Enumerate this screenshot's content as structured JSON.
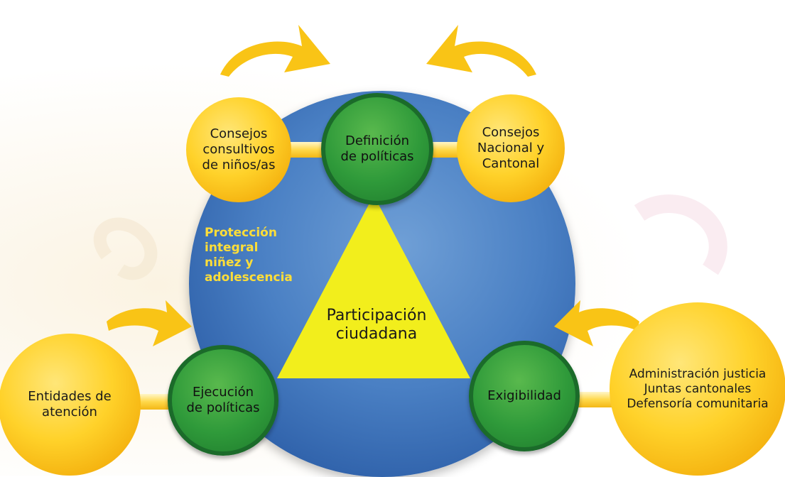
{
  "center": {
    "text": "Participación\nciudadana"
  },
  "side_label": "Protección\nintegral\nniñez y\nadolescencia",
  "nodes": {
    "definicion": "Definición\nde políticas",
    "ejecucion": "Ejecución\nde políticas",
    "exigibilidad": "Exigibilidad",
    "consejos_consultivos": "Consejos\nconsultivos\nde niños/as",
    "consejos_nacional": "Consejos\nNacional y\nCantonal",
    "entidades": "Entidades de\natención",
    "administracion": "Administración justicia\nJuntas cantonales\nDefensoría comunitaria"
  },
  "colors": {
    "main_circle": "#4a80c4",
    "triangle": "#f2ee1c",
    "green_node": "#2f9a3a",
    "yellow_node": "#ffd22a",
    "side_label": "#ffde38"
  }
}
